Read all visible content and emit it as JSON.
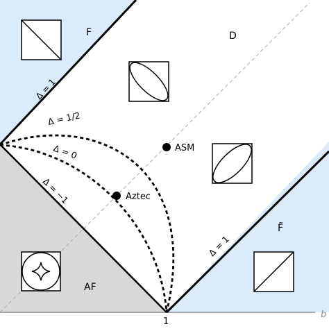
{
  "regions": {
    "ferro": "F",
    "disordered": "D",
    "ferro_tilde": "F̃",
    "antiferro": "AF"
  },
  "boundaries": {
    "delta_1_top": "Δ = 1",
    "delta_1_bottom": "Δ = 1",
    "delta_half": "Δ = 1/2",
    "delta_zero": "Δ = 0",
    "delta_minus_one": "Δ = −1"
  },
  "points": {
    "asm": "ASM",
    "aztec": "Aztec"
  },
  "axis": {
    "x_tick": "1",
    "x_label": "b"
  },
  "colors": {
    "frozen_fill": "#dcebfb",
    "antiferro_fill": "#d8d8d8",
    "line": "#000000",
    "diagonal": "#aaaaaa",
    "axis_line": "#8a8a8a"
  },
  "icons": [
    "square-diagonal-icon",
    "ellipse-square-icon",
    "ellipse-square-icon",
    "astroid-circle-icon",
    "square-diagonal-icon"
  ]
}
